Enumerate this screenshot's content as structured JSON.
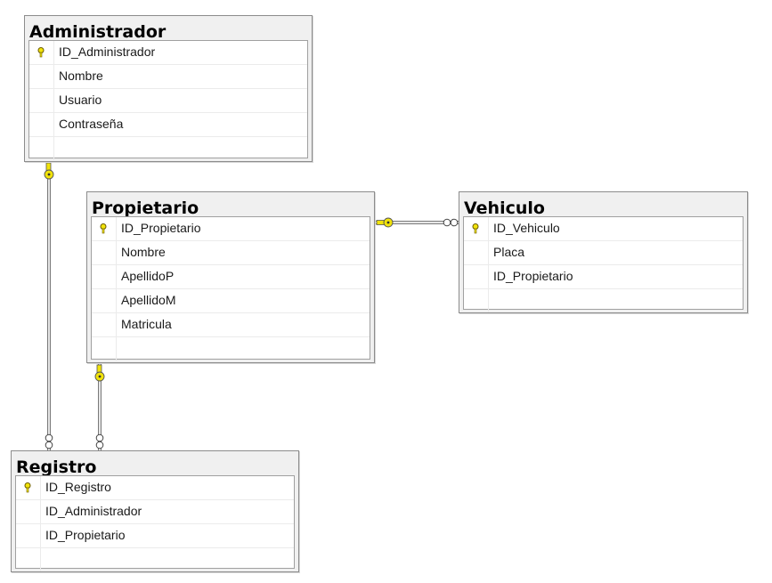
{
  "colors": {
    "key": "#f1e30a",
    "line": "#808080",
    "frame": "#f0f0f0"
  },
  "tables": {
    "administrador": {
      "title": "Administrador",
      "columns": [
        {
          "name": "ID_Administrador",
          "pk": true
        },
        {
          "name": "Nombre",
          "pk": false
        },
        {
          "name": "Usuario",
          "pk": false
        },
        {
          "name": "Contraseña",
          "pk": false
        }
      ]
    },
    "propietario": {
      "title": "Propietario",
      "columns": [
        {
          "name": "ID_Propietario",
          "pk": true
        },
        {
          "name": "Nombre",
          "pk": false
        },
        {
          "name": "ApellidoP",
          "pk": false
        },
        {
          "name": "ApellidoM",
          "pk": false
        },
        {
          "name": "Matricula",
          "pk": false
        }
      ]
    },
    "vehiculo": {
      "title": "Vehiculo",
      "columns": [
        {
          "name": "ID_Vehiculo",
          "pk": true
        },
        {
          "name": "Placa",
          "pk": false
        },
        {
          "name": "ID_Propietario",
          "pk": false
        }
      ]
    },
    "registro": {
      "title": "Registro",
      "columns": [
        {
          "name": "ID_Registro",
          "pk": true
        },
        {
          "name": "ID_Administrador",
          "pk": false
        },
        {
          "name": "ID_Propietario",
          "pk": false
        }
      ]
    }
  },
  "relationships": [
    {
      "from": "administrador",
      "to": "registro",
      "one_end": "key-icon",
      "many_end": "infinity-icon"
    },
    {
      "from": "propietario",
      "to": "registro",
      "one_end": "key-icon",
      "many_end": "infinity-icon"
    },
    {
      "from": "propietario",
      "to": "vehiculo",
      "one_end": "key-icon",
      "many_end": "infinity-icon"
    }
  ]
}
